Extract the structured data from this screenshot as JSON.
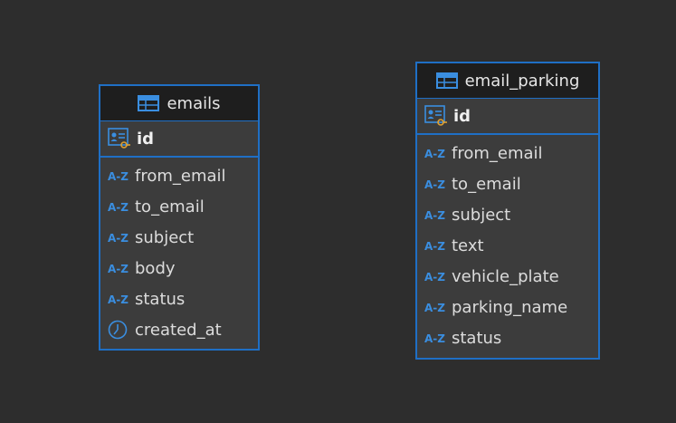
{
  "entities": [
    {
      "name": "emails",
      "primary_key": "id",
      "fields": [
        {
          "name": "from_email",
          "type_icon": "string-az-icon"
        },
        {
          "name": "to_email",
          "type_icon": "string-az-icon"
        },
        {
          "name": "subject",
          "type_icon": "string-az-icon"
        },
        {
          "name": "body",
          "type_icon": "string-az-icon"
        },
        {
          "name": "status",
          "type_icon": "string-az-icon"
        },
        {
          "name": "created_at",
          "type_icon": "clock-icon"
        }
      ]
    },
    {
      "name": "email_parking",
      "primary_key": "id",
      "fields": [
        {
          "name": "from_email",
          "type_icon": "string-az-icon"
        },
        {
          "name": "to_email",
          "type_icon": "string-az-icon"
        },
        {
          "name": "subject",
          "type_icon": "string-az-icon"
        },
        {
          "name": "text",
          "type_icon": "string-az-icon"
        },
        {
          "name": "vehicle_plate",
          "type_icon": "string-az-icon"
        },
        {
          "name": "parking_name",
          "type_icon": "string-az-icon"
        },
        {
          "name": "status",
          "type_icon": "string-az-icon"
        }
      ]
    }
  ],
  "colors": {
    "canvas": "#2d2d2d",
    "border": "#1f6fc5",
    "icon": "#3a8ee0",
    "key_badge": "#e0a030"
  }
}
